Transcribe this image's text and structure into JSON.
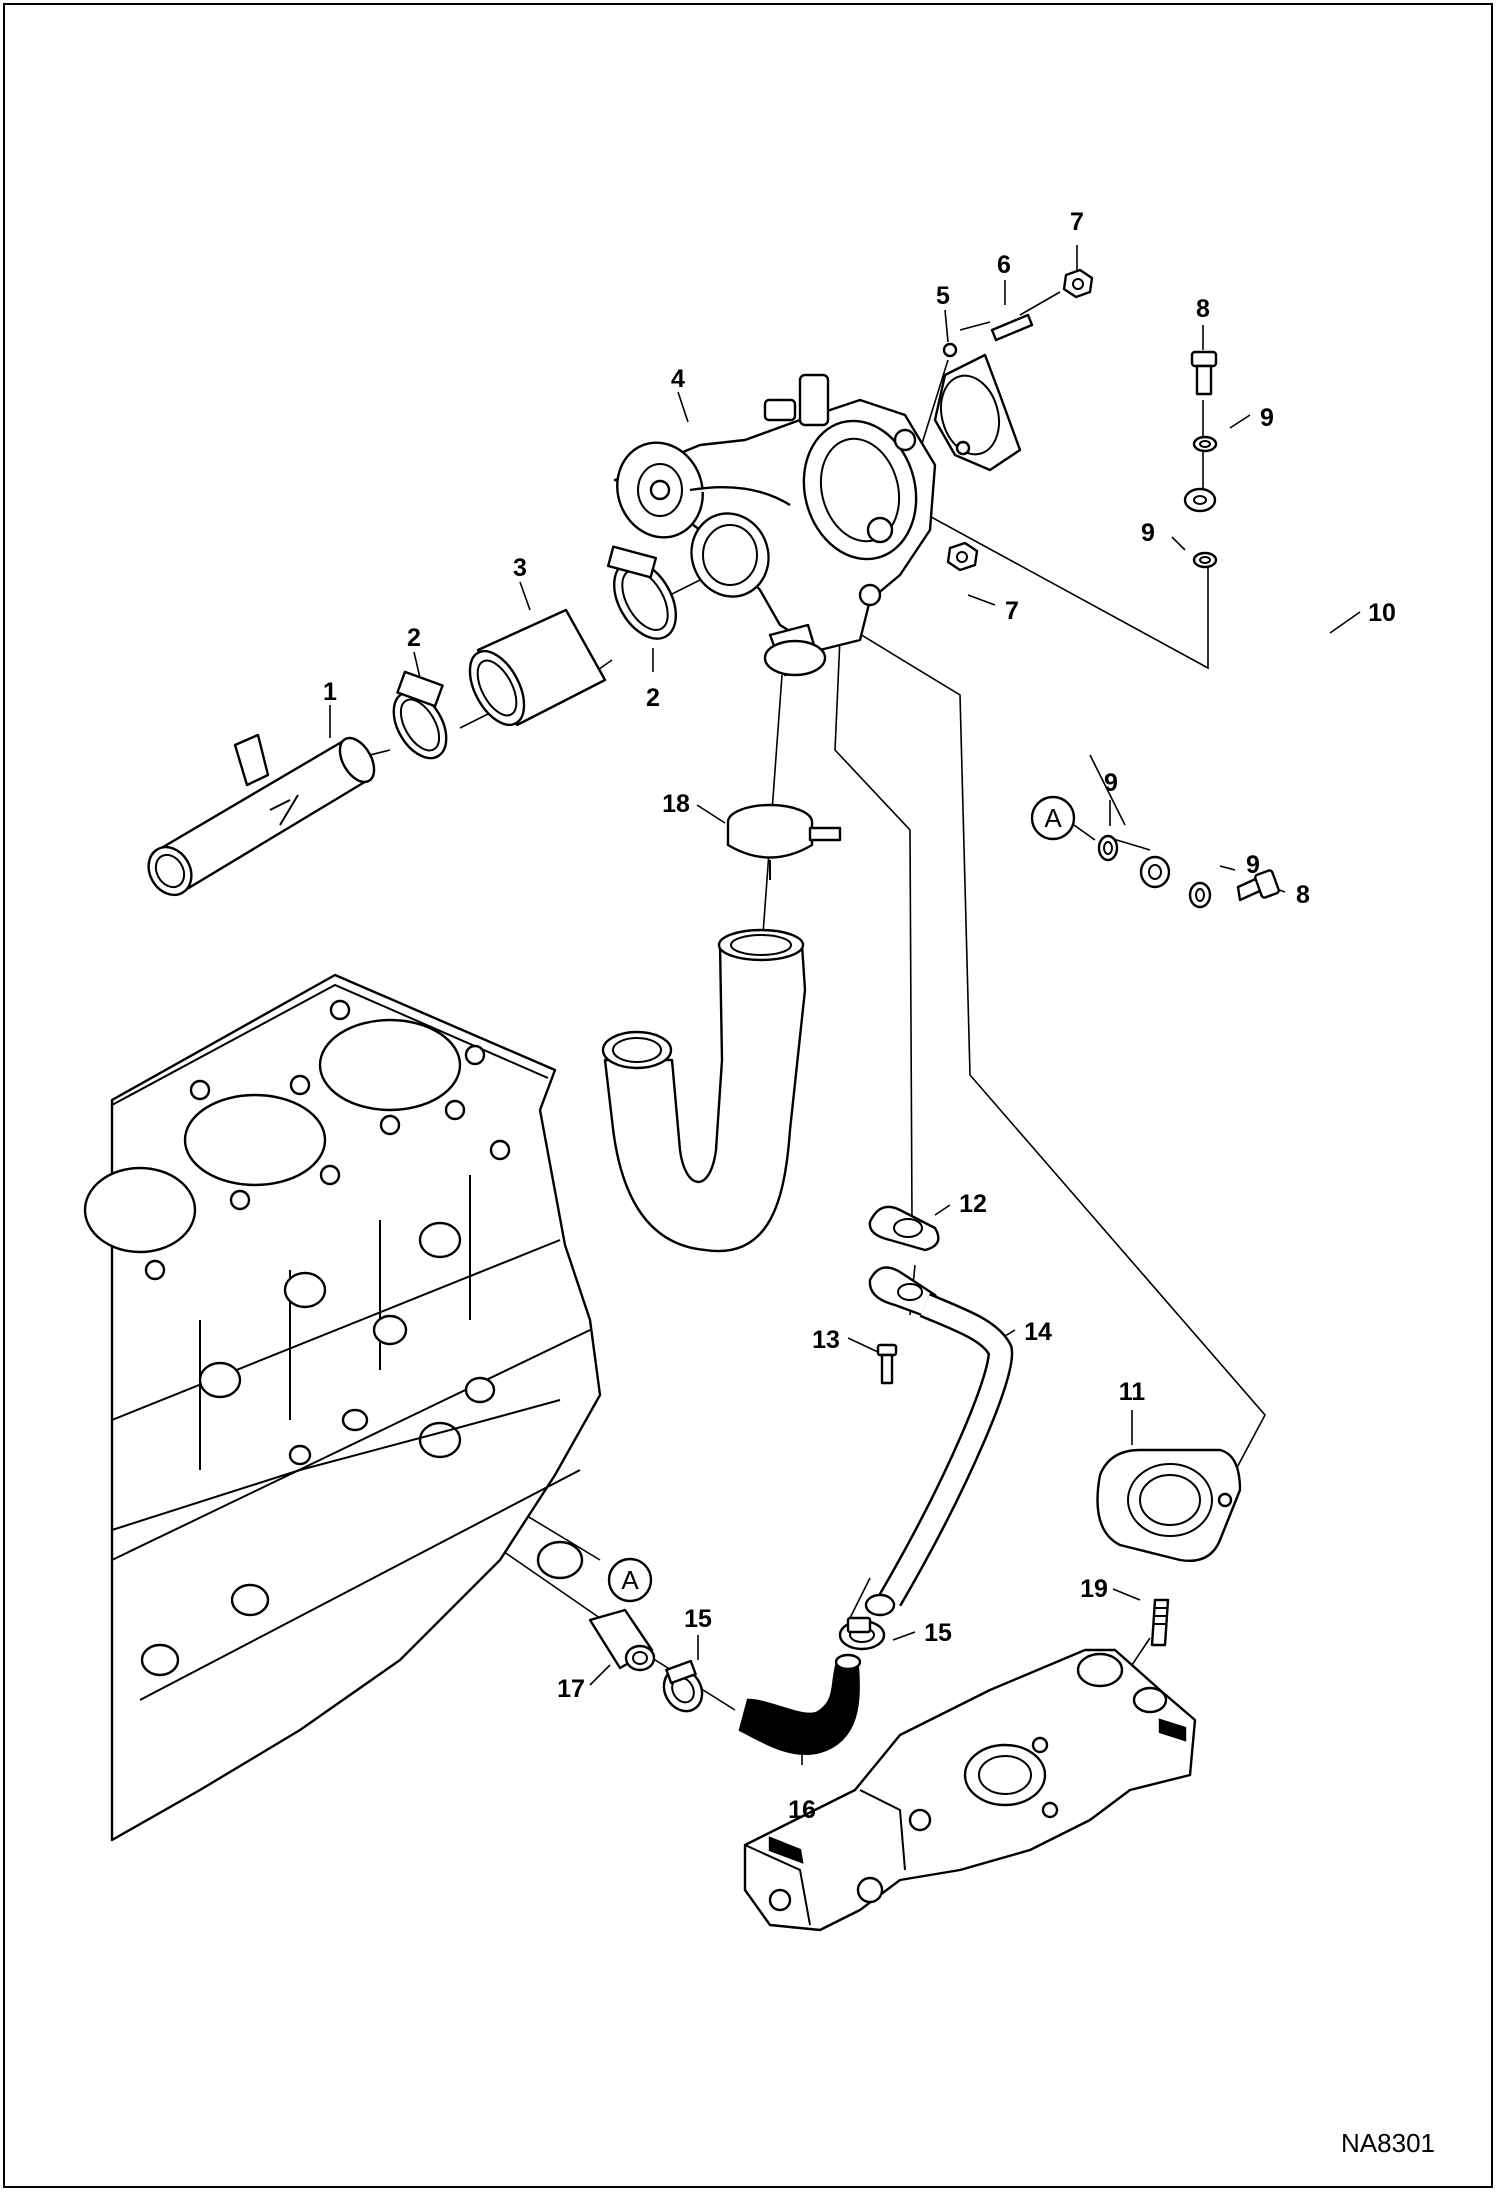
{
  "diagram": {
    "figure_id": "NA8301",
    "callouts": [
      {
        "id": "c1",
        "text": "1"
      },
      {
        "id": "c2a",
        "text": "2"
      },
      {
        "id": "c2b",
        "text": "2"
      },
      {
        "id": "c3",
        "text": "3"
      },
      {
        "id": "c4",
        "text": "4"
      },
      {
        "id": "c5",
        "text": "5"
      },
      {
        "id": "c6",
        "text": "6"
      },
      {
        "id": "c7a",
        "text": "7"
      },
      {
        "id": "c7b",
        "text": "7"
      },
      {
        "id": "c8a",
        "text": "8"
      },
      {
        "id": "c8b",
        "text": "8"
      },
      {
        "id": "c9a",
        "text": "9"
      },
      {
        "id": "c9b",
        "text": "9"
      },
      {
        "id": "c9c",
        "text": "9"
      },
      {
        "id": "c9d",
        "text": "9"
      },
      {
        "id": "c10",
        "text": "10"
      },
      {
        "id": "c11",
        "text": "11"
      },
      {
        "id": "c12",
        "text": "12"
      },
      {
        "id": "c13",
        "text": "13"
      },
      {
        "id": "c14",
        "text": "14"
      },
      {
        "id": "c15a",
        "text": "15"
      },
      {
        "id": "c15b",
        "text": "15"
      },
      {
        "id": "c16",
        "text": "16"
      },
      {
        "id": "c17",
        "text": "17"
      },
      {
        "id": "c18",
        "text": "18"
      },
      {
        "id": "c19",
        "text": "19"
      }
    ],
    "references": [
      {
        "id": "refA1",
        "text": "A"
      },
      {
        "id": "refA2",
        "text": "A"
      }
    ]
  }
}
